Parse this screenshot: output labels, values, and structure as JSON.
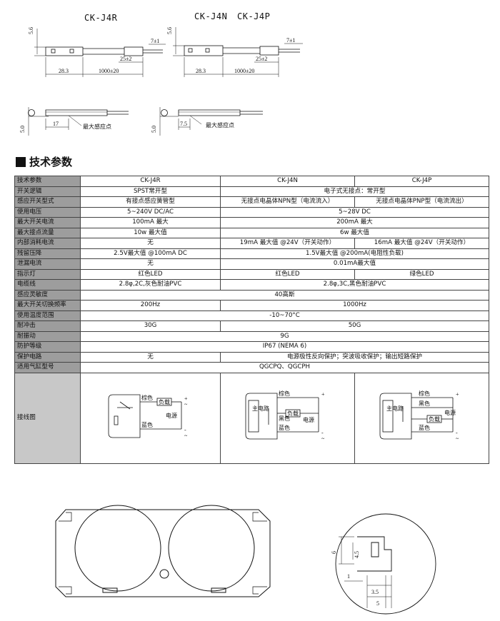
{
  "drawings": {
    "model_left": "CK-J4R",
    "model_right_a": "CK-J4N",
    "model_right_b": "CK-J4P",
    "dim_height": "5.6",
    "dim_tip": "7±1",
    "dim_strip": "25±2",
    "dim_body": "28.3",
    "dim_cable": "1000±20",
    "side_dim_height": "5.0",
    "side_dim_17": "17",
    "side_dim_7_5": "7.5",
    "sensing_point": "最大感应点"
  },
  "section_title": "技术参数",
  "table": {
    "header": {
      "label": "技术参数",
      "c1": "CK-J4R",
      "c2": "CK-J4N",
      "c3": "CK-J4P"
    },
    "rows": [
      {
        "label": "开关逻辑",
        "r": "SPST常开型",
        "np": "电子式无接点：常开型"
      },
      {
        "label": "感应开关型式",
        "r": "有接点感应簧管型",
        "n": "无接点电晶体NPN型（电流流入）",
        "p": "无接点电晶体PNP型（电流流出）"
      },
      {
        "label": "使用电压",
        "r": "5~240V DC/AC",
        "np": "5~28V DC"
      },
      {
        "label": "最大开关电流",
        "r": "100mA 最大",
        "np": "200mA 最大"
      },
      {
        "label": "最大接点流量",
        "r": "10w 最大值",
        "np": "6w 最大值"
      },
      {
        "label": "内部消耗电流",
        "r": "无",
        "n": "19mA 最大值 @24V（开关动作）",
        "p": "16mA 最大值 @24V（开关动作）"
      },
      {
        "label": "残留压降",
        "r": "2.5V最大值 @100mA DC",
        "np": "1.5V最大值 @200mA(电阻性负载)"
      },
      {
        "label": "泄漏电流",
        "r": "无",
        "np": "0.01mA最大值"
      },
      {
        "label": "指示灯",
        "r": "红色LED",
        "n": "红色LED",
        "p": "绿色LED"
      },
      {
        "label": "电缆线",
        "r": "2.8φ,2C,灰色耐油PVC",
        "np": "2.8φ,3C,黑色耐油PVC"
      },
      {
        "label": "感应灵敏度",
        "all": "40高斯"
      },
      {
        "label": "最大开关切换频率",
        "r": "200Hz",
        "np": "1000Hz"
      },
      {
        "label": "使用温度范围",
        "all": "-10~70°C"
      },
      {
        "label": "耐冲击",
        "r": "30G",
        "np": "50G"
      },
      {
        "label": "耐振动",
        "all": "9G"
      },
      {
        "label": "防护等级",
        "all": "IP67 (NEMA 6)"
      },
      {
        "label": "保护电路",
        "r": "无",
        "np": "电源极性反向保护；突波吸收保护；输出短路保护"
      },
      {
        "label": "适用气缸型号",
        "all": "QGCPQ、QGCPH"
      }
    ],
    "wiring_label": "接线图"
  },
  "circuit": {
    "brown": "棕色",
    "blue": "蓝色",
    "black": "黑色",
    "load": "负载",
    "power": "电源",
    "main_circuit": "主电路",
    "plus": "+",
    "minus": "-",
    "ac": "~"
  },
  "profile": {
    "dim_6": "6",
    "dim_4_5": "4.5",
    "dim_1": "1",
    "dim_3_5": "3.5",
    "dim_5": "5"
  }
}
